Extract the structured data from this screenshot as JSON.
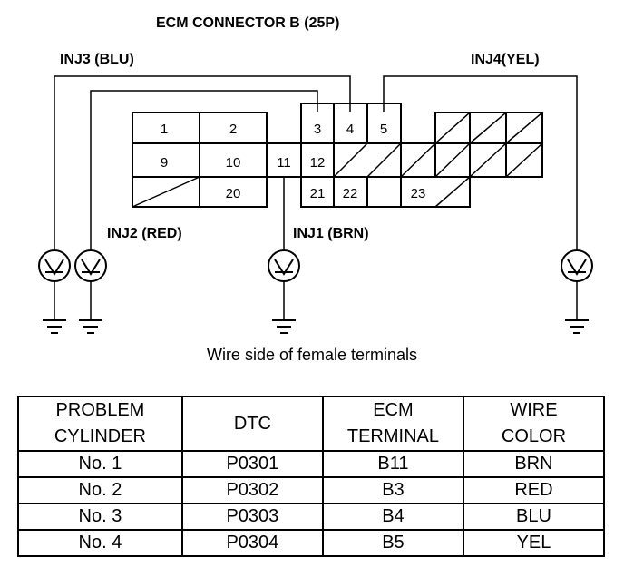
{
  "diagram": {
    "title": "ECM CONNECTOR B (25P)",
    "caption": "Wire side of female terminals",
    "injectors": [
      {
        "label": "INJ3 (BLU)"
      },
      {
        "label": "INJ2 (RED)"
      },
      {
        "label": "INJ1 (BRN)"
      },
      {
        "label": "INJ4(YEL)"
      }
    ],
    "pins": {
      "p1": "1",
      "p2": "2",
      "p3": "3",
      "p4": "4",
      "p5": "5",
      "p9": "9",
      "p10": "10",
      "p11": "11",
      "p12": "12",
      "p20": "20",
      "p21": "21",
      "p22": "22",
      "p23": "23"
    }
  },
  "table": {
    "headers": [
      "PROBLEM\nCYLINDER",
      "DTC",
      "ECM\nTERMINAL",
      "WIRE\nCOLOR"
    ],
    "rows": [
      [
        "No. 1",
        "P0301",
        "B11",
        "BRN"
      ],
      [
        "No. 2",
        "P0302",
        "B3",
        "RED"
      ],
      [
        "No. 3",
        "P0303",
        "B4",
        "BLU"
      ],
      [
        "No. 4",
        "P0304",
        "B5",
        "YEL"
      ]
    ]
  }
}
